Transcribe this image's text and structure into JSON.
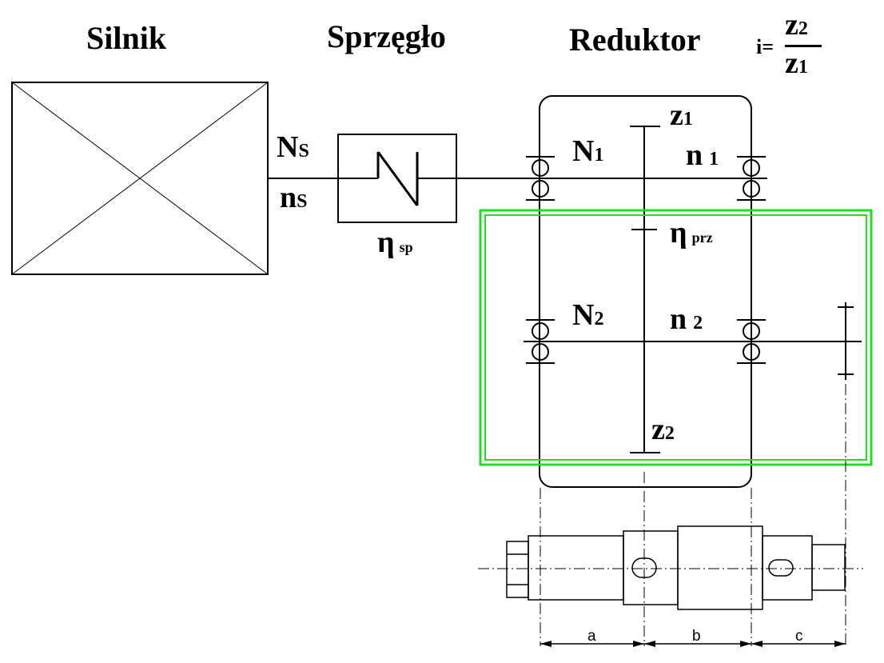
{
  "headings": {
    "motor": "Silnik",
    "coupling": "Sprzęgło",
    "reducer": "Reduktor"
  },
  "ratio": {
    "prefix": "i=",
    "num_base": "z",
    "num_sub": "2",
    "den_base": "z",
    "den_sub": "1"
  },
  "motor_shaft": {
    "power": "N",
    "power_sub": "S",
    "speed": "n",
    "speed_sub": "S"
  },
  "coupling_eff": {
    "base": "η",
    "sub": "sp"
  },
  "gear_eff": {
    "base": "η",
    "sub": "prz"
  },
  "gear1": {
    "base": "z",
    "sub": "1"
  },
  "gear2": {
    "base": "z",
    "sub": "2"
  },
  "shaft1": {
    "power": "N",
    "power_sub": "1",
    "speed": "n",
    "speed_sub": "1"
  },
  "shaft2": {
    "power": "N",
    "power_sub": "2",
    "speed": "n",
    "speed_sub": "2"
  },
  "dimensions": {
    "a": "a",
    "b": "b",
    "c": "c"
  },
  "colors": {
    "line": "#000000",
    "highlight": "#22dd22",
    "background": "#ffffff"
  }
}
